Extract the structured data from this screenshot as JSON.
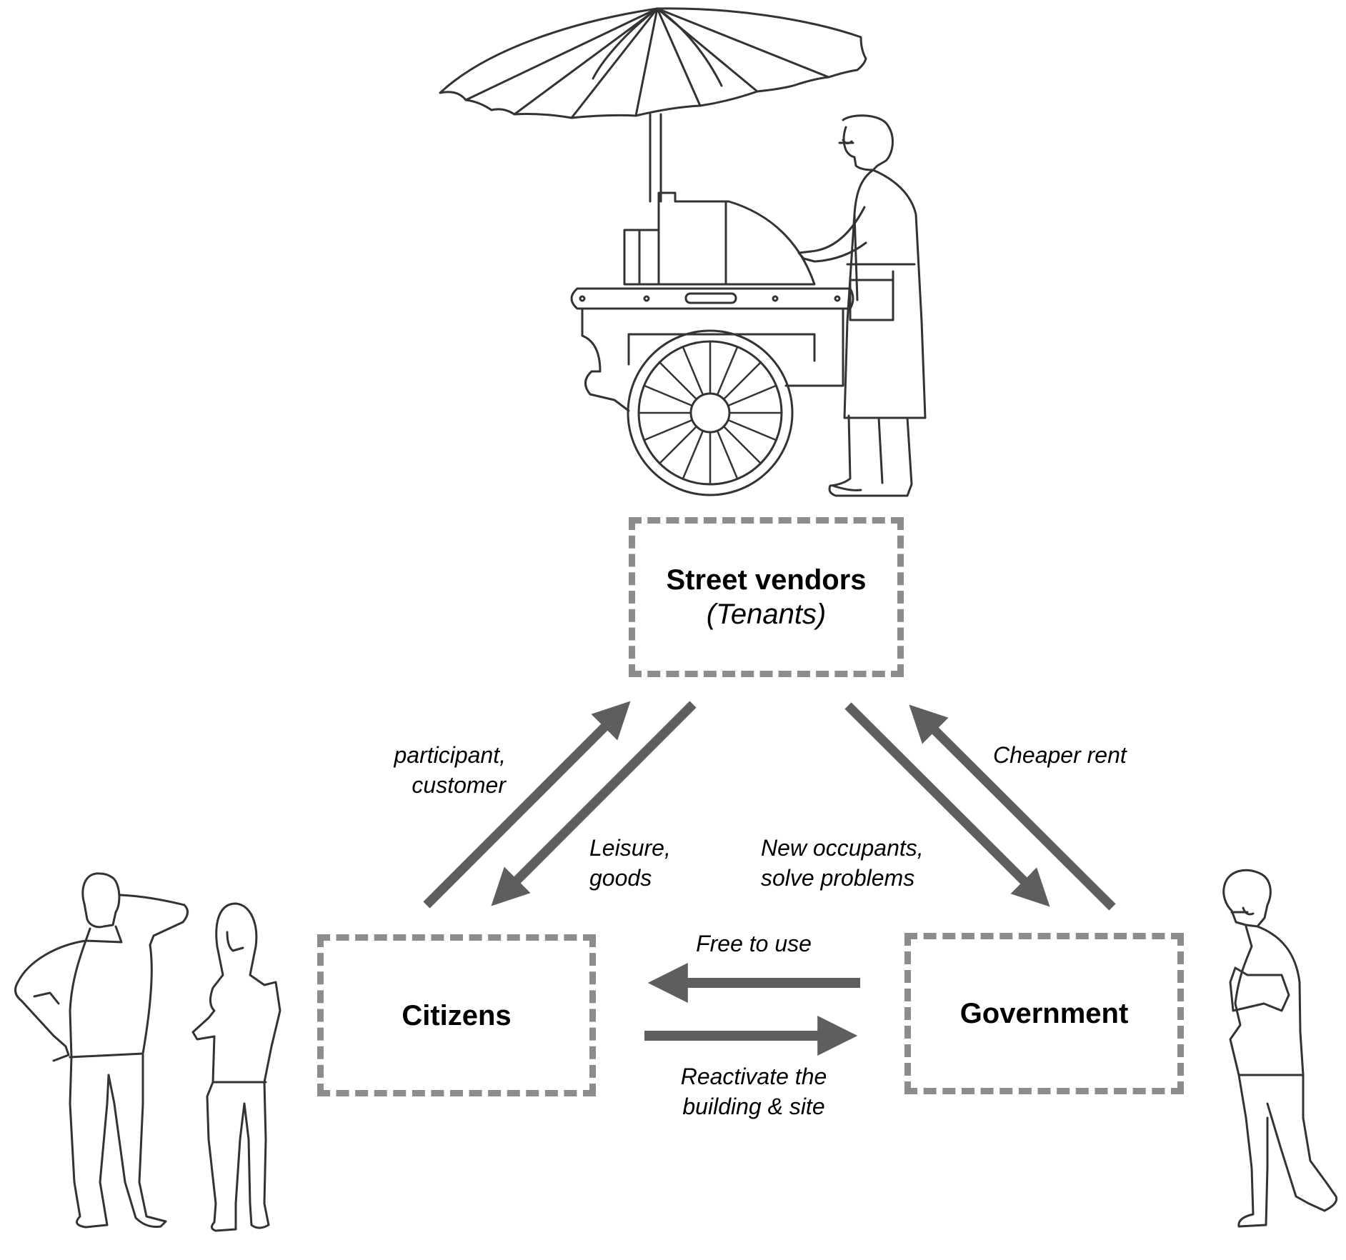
{
  "nodes": {
    "vendors": {
      "title": "Street vendors",
      "subtitle": "(Tenants)"
    },
    "citizens": {
      "title": "Citizens"
    },
    "government": {
      "title": "Government"
    }
  },
  "edges": {
    "citizens_to_vendors": {
      "lines": [
        "participant,",
        "customer"
      ]
    },
    "vendors_to_citizens": {
      "lines": [
        "Leisure,",
        "goods"
      ]
    },
    "vendors_to_government": {
      "lines": [
        "New occupants,",
        "solve problems"
      ]
    },
    "government_to_vendors": {
      "lines": [
        "Cheaper rent"
      ]
    },
    "government_to_citizens": {
      "lines": [
        "Free to use"
      ]
    },
    "citizens_to_government": {
      "lines": [
        "Reactivate the",
        "building & site"
      ]
    }
  },
  "colors": {
    "arrow": "#5e5e5e",
    "box_border": "#8c8c8c",
    "sketch_line": "#333333"
  },
  "illustrations": [
    "vendor-with-cart-icon",
    "citizens-couple-icon",
    "government-official-icon"
  ]
}
